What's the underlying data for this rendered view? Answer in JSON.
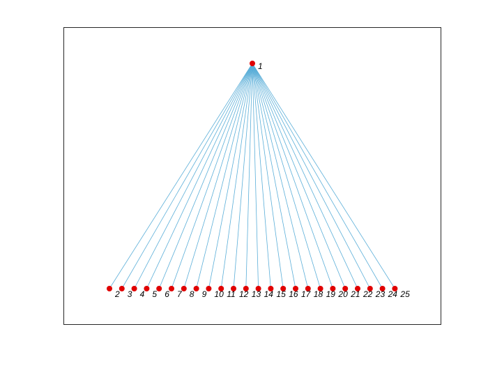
{
  "graph": {
    "root": {
      "label": "1"
    },
    "leaves": [
      {
        "label": "2"
      },
      {
        "label": "3"
      },
      {
        "label": "4"
      },
      {
        "label": "5"
      },
      {
        "label": "6"
      },
      {
        "label": "7"
      },
      {
        "label": "8"
      },
      {
        "label": "9"
      },
      {
        "label": "10"
      },
      {
        "label": "11"
      },
      {
        "label": "12"
      },
      {
        "label": "13"
      },
      {
        "label": "14"
      },
      {
        "label": "15"
      },
      {
        "label": "16"
      },
      {
        "label": "17"
      },
      {
        "label": "18"
      },
      {
        "label": "19"
      },
      {
        "label": "20"
      },
      {
        "label": "21"
      },
      {
        "label": "22"
      },
      {
        "label": "23"
      },
      {
        "label": "24"
      },
      {
        "label": "25"
      }
    ],
    "colors": {
      "node": "#e00000",
      "edge": "#5aaed8",
      "axes": "#262626"
    }
  }
}
